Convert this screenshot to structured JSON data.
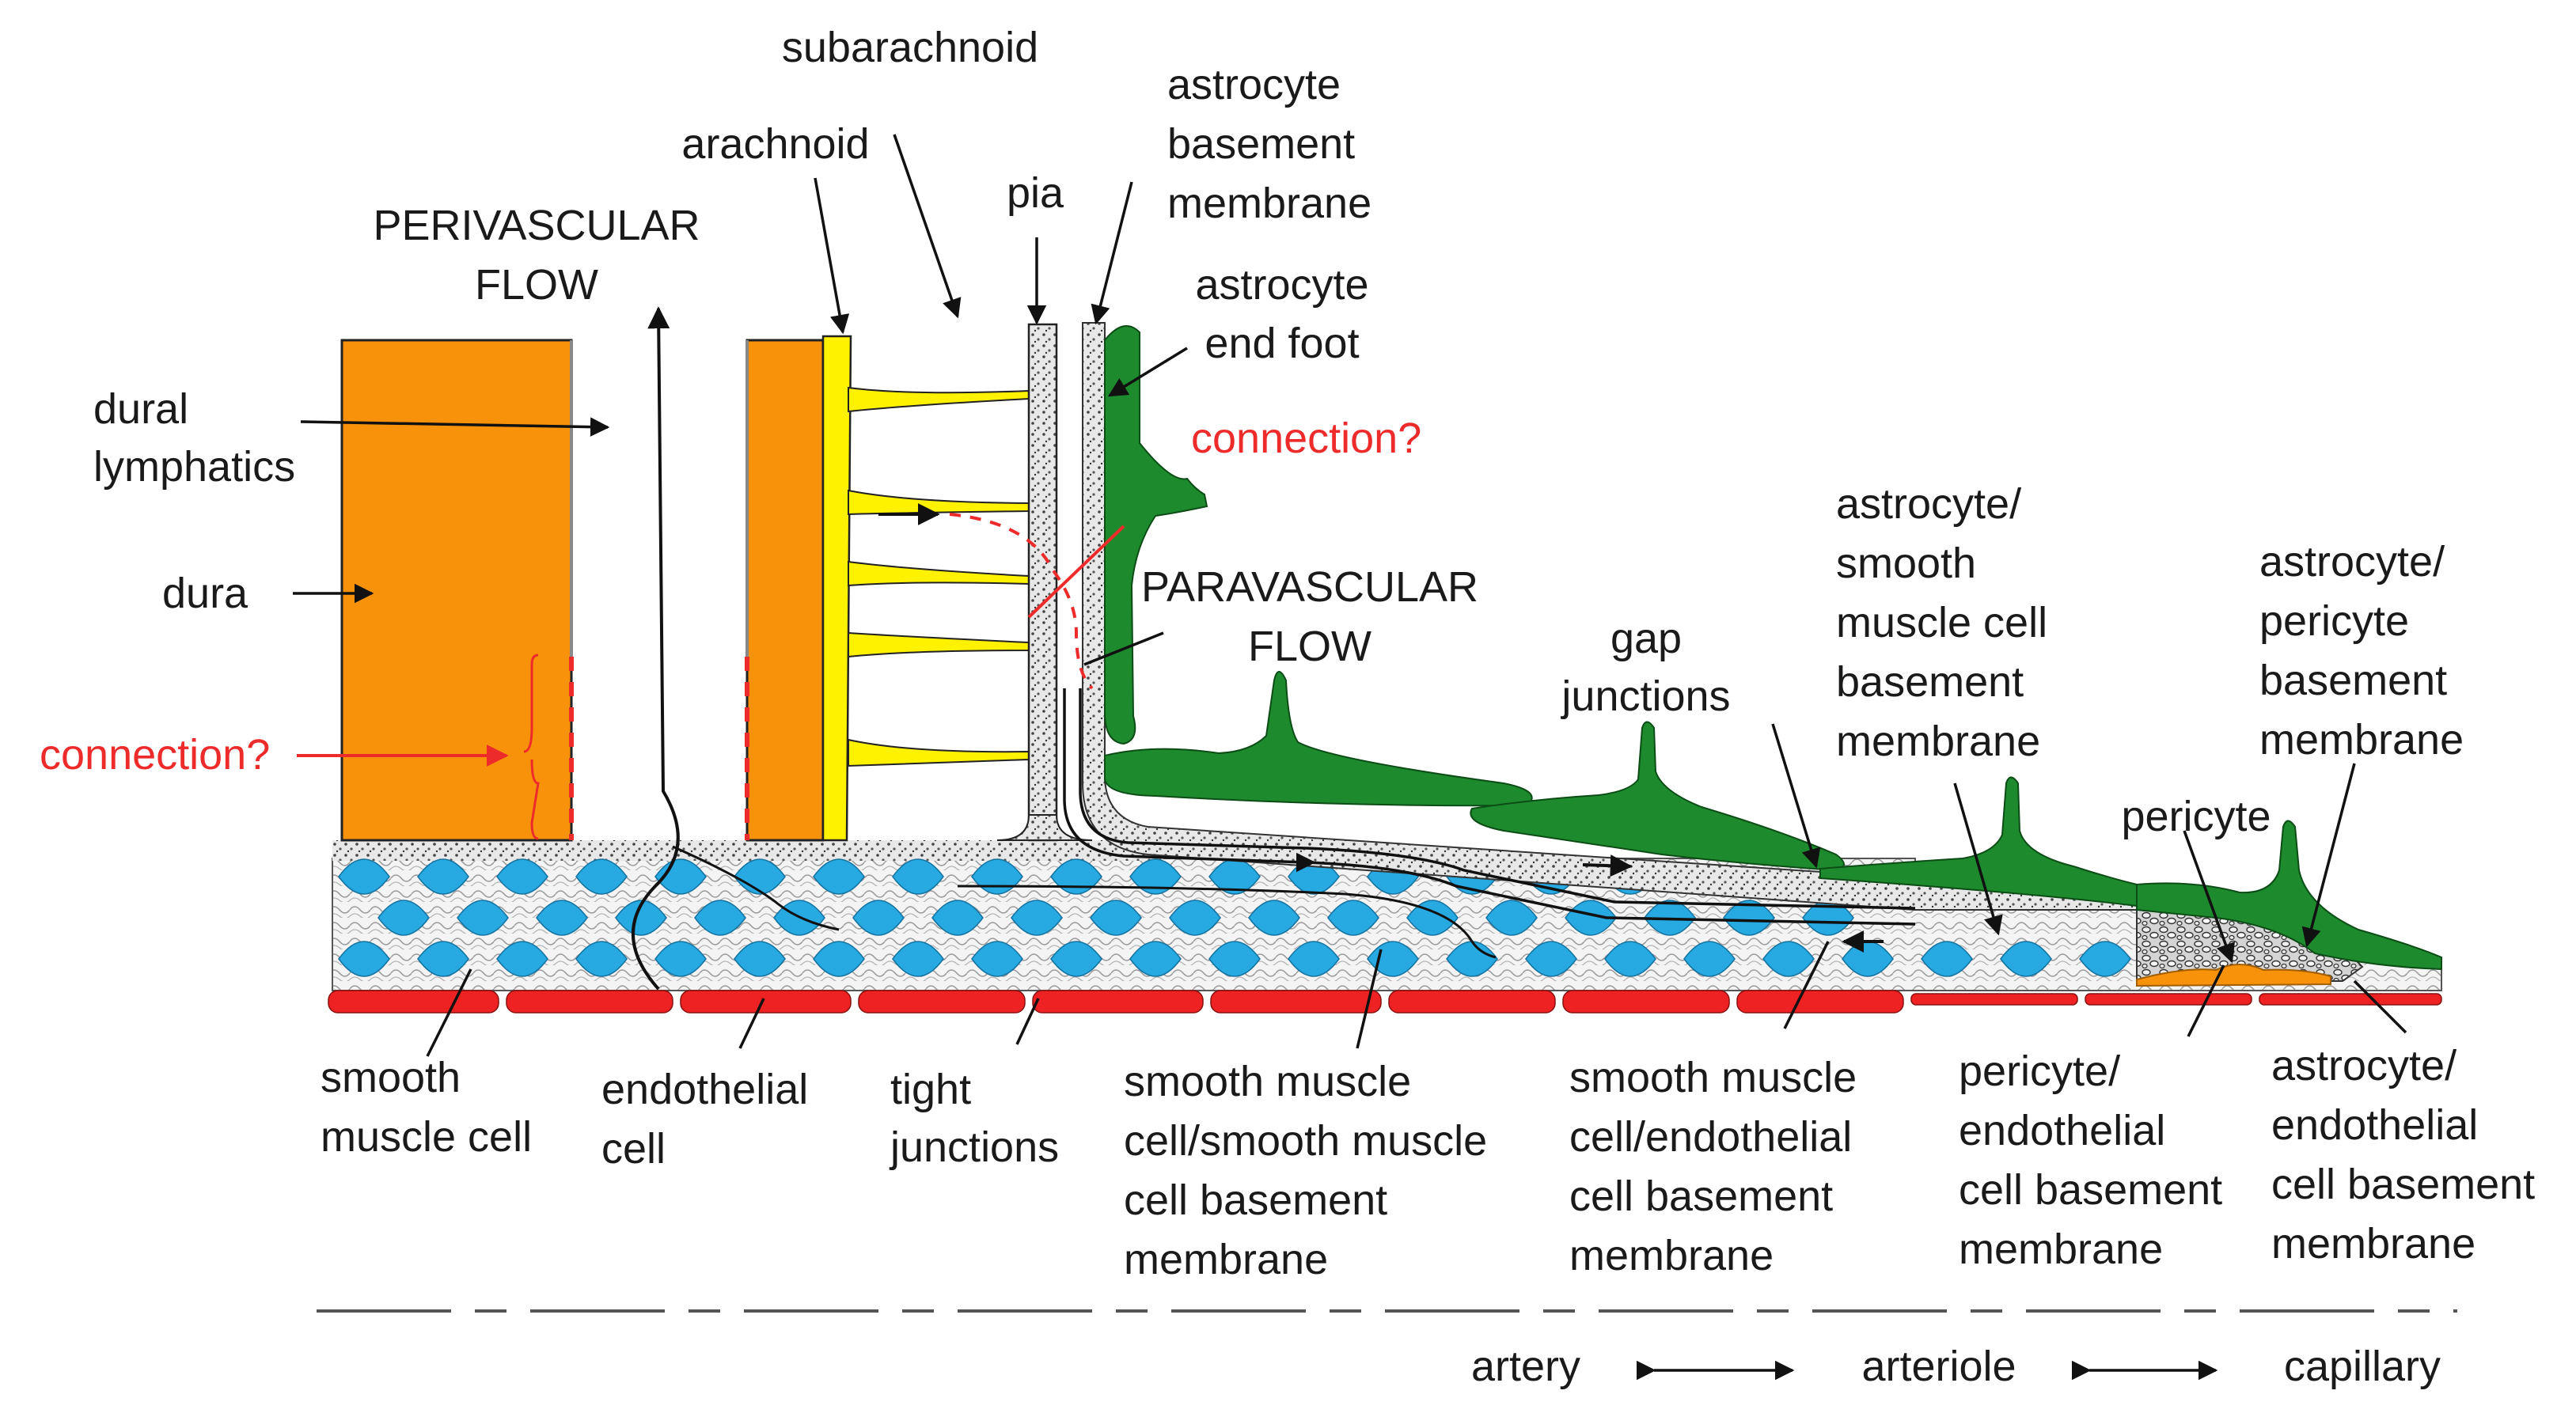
{
  "labels": {
    "perivascular_1": "PERIVASCULAR",
    "perivascular_2": "FLOW",
    "arachnoid": "arachnoid",
    "subarachnoid": "subarachnoid",
    "pia": "pia",
    "astro_bm_1": "astrocyte",
    "astro_bm_2": "basement",
    "astro_bm_3": "membrane",
    "endfoot_1": "astrocyte",
    "endfoot_2": "end foot",
    "dural_1": "dural",
    "dural_2": "lymphatics",
    "connection_top": "connection?",
    "dura": "dura",
    "connection_left": "connection?",
    "paravascular_1": "PARAVASCULAR",
    "paravascular_2": "FLOW",
    "gap_1": "gap",
    "gap_2": "junctions",
    "asm_1": "astrocyte/",
    "asm_2": "smooth",
    "asm_3": "muscle cell",
    "asm_4": "basement",
    "asm_5": "membrane",
    "ap_1": "astrocyte/",
    "ap_2": "pericyte",
    "ap_3": "basement",
    "ap_4": "membrane",
    "pericyte": "pericyte",
    "smc_1": "smooth",
    "smc_2": "muscle cell",
    "endo_1": "endothelial",
    "endo_2": "cell",
    "tight_1": "tight",
    "tight_2": "junctions",
    "smsm_1": "smooth muscle",
    "smsm_2": "cell/smooth muscle",
    "smsm_3": "cell basement",
    "smsm_4": "membrane",
    "smec_1": "smooth muscle",
    "smec_2": "cell/endothelial",
    "smec_3": "cell basement",
    "smec_4": "membrane",
    "pe_1": "pericyte/",
    "pe_2": "endothelial",
    "pe_3": "cell basement",
    "pe_4": "membrane",
    "ae_1": "astrocyte/",
    "ae_2": "endothelial",
    "ae_3": "cell basement",
    "ae_4": "membrane"
  },
  "legend": {
    "artery": "artery",
    "arteriole": "arteriole",
    "capillary": "capillary"
  },
  "colors": {
    "dura": "#f7920a",
    "arachnoid": "#fff200",
    "astrocyte": "#1d8a2e",
    "smooth_muscle": "#27a9e1",
    "endothelial": "#ee2222",
    "pericyte": "#f7920a",
    "connection": "#ee2b2b"
  }
}
